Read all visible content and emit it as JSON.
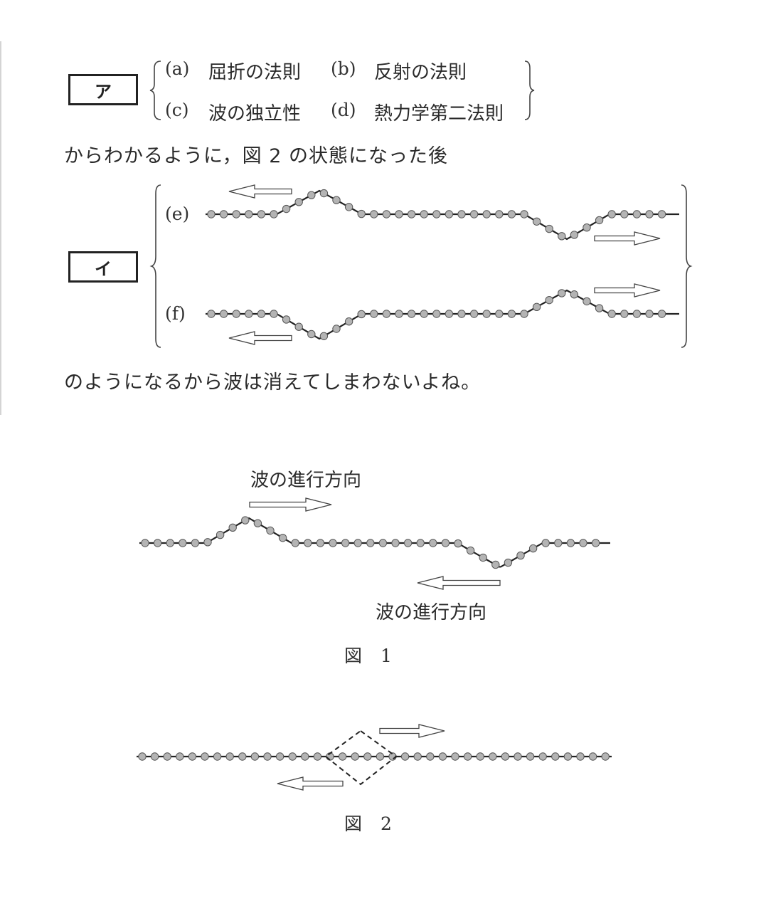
{
  "blank_a": {
    "label": "ア",
    "options": [
      {
        "key": "(a)",
        "text": "屈折の法則"
      },
      {
        "key": "(b)",
        "text": "反射の法則"
      },
      {
        "key": "(c)",
        "text": "波の独立性"
      },
      {
        "key": "(d)",
        "text": "熱力学第二法則"
      }
    ]
  },
  "sentence_1": "からわかるように，図 2 の状態になった後",
  "blank_i": {
    "label": "イ",
    "options": [
      {
        "key": "(e)"
      },
      {
        "key": "(f)"
      }
    ]
  },
  "sentence_2": "のようになるから波は消えてしまわないよね。",
  "figure_1": {
    "label_top": "波の進行方向",
    "label_bottom": "波の進行方向",
    "caption": "図1"
  },
  "figure_2": {
    "caption": "図2"
  },
  "colors": {
    "bead_fill": "#b4b4b4",
    "line": "#222222",
    "text": "#2a2a2a",
    "rule": "#d4d4d4"
  }
}
